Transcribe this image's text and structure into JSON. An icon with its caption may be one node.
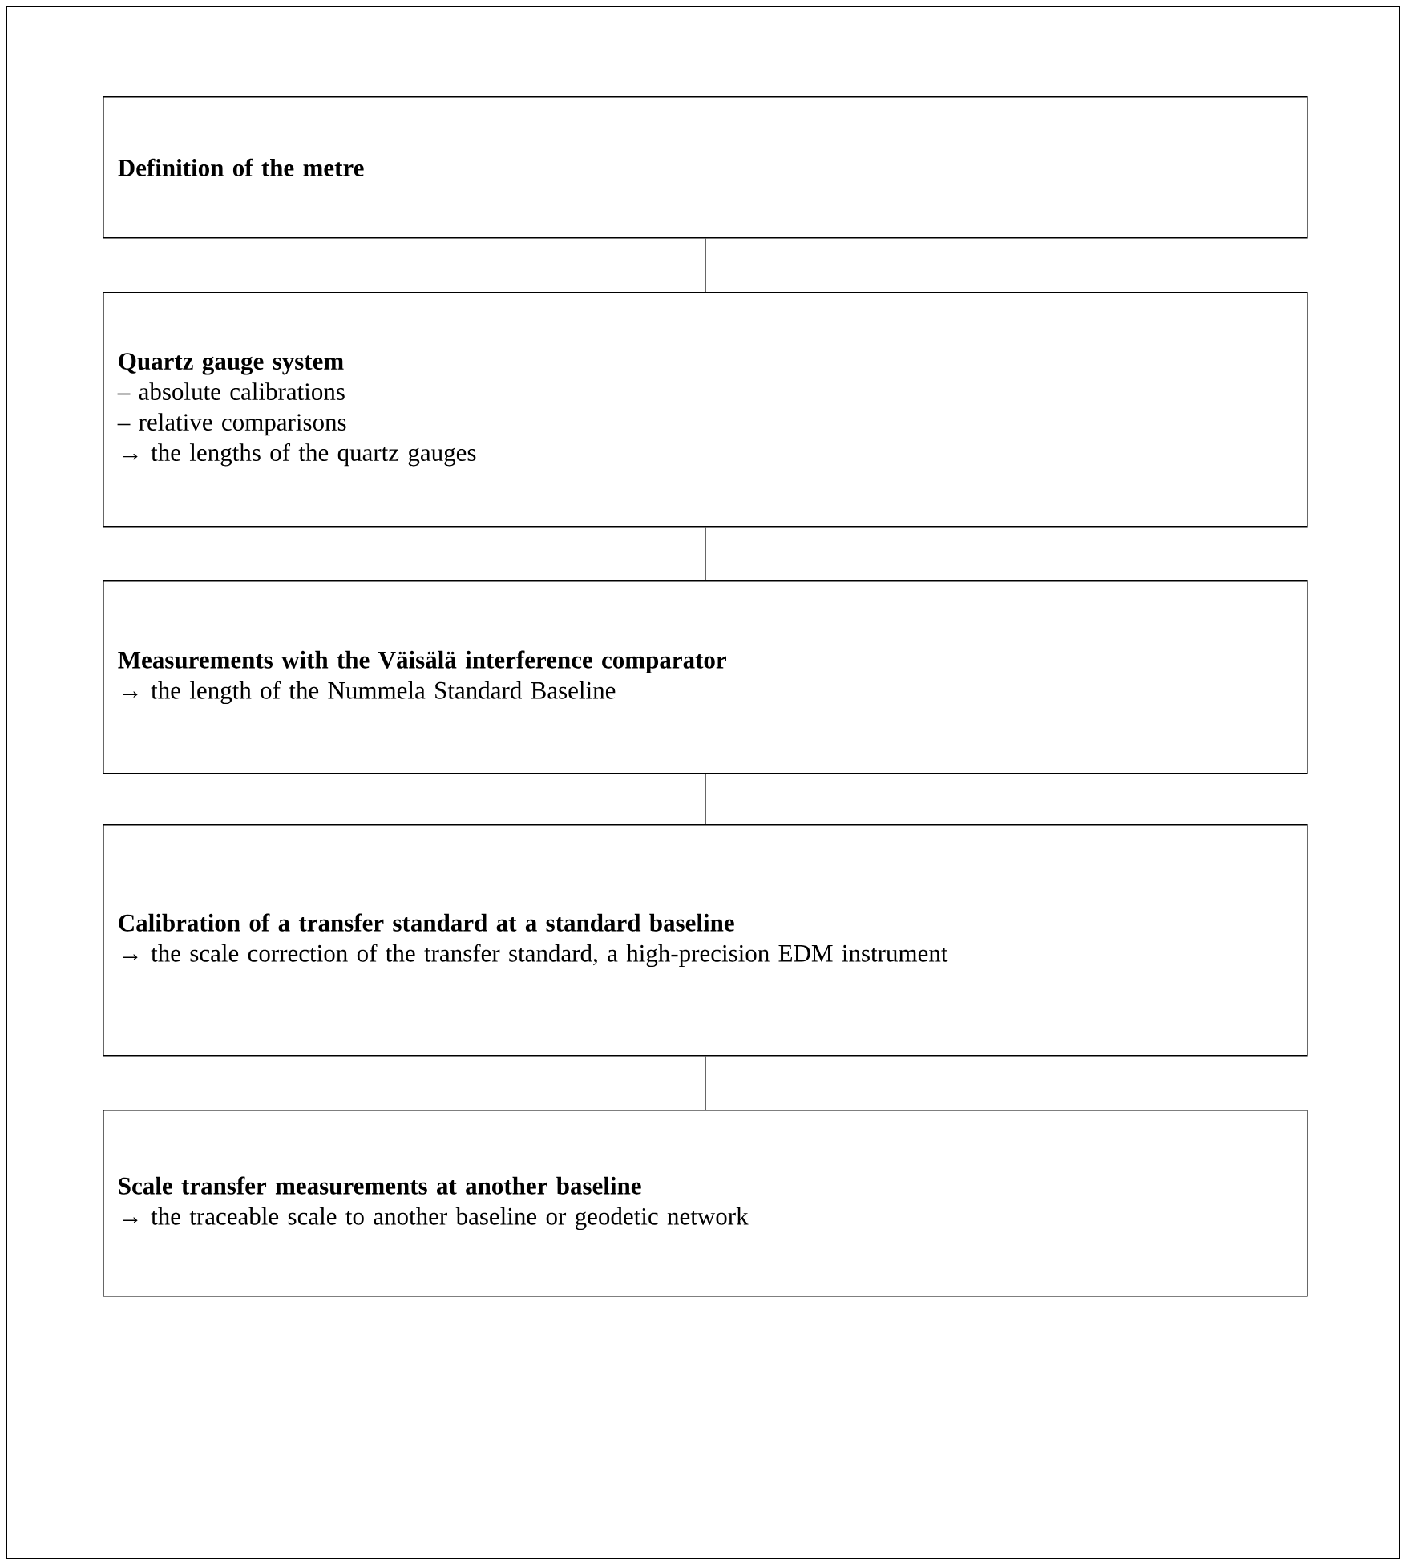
{
  "diagram": {
    "nodes": [
      {
        "text": [
          "Definition of the metre"
        ]
      },
      {
        "text": [
          "Quartz gauge system",
          "– absolute calibrations",
          "– relative comparisons",
          "→ the lengths of the quartz gauges"
        ]
      },
      {
        "text": [
          "Measurements with the Väisälä interference comparator",
          "→ the length of the Nummela Standard Baseline"
        ]
      },
      {
        "text": [
          "Calibration of a transfer standard at a standard baseline",
          "→ the scale correction of the transfer standard, a high-precision EDM instrument"
        ]
      },
      {
        "text": [
          "Scale transfer measurements at another baseline",
          "→ the traceable scale to another baseline or geodetic network"
        ]
      }
    ],
    "edges": [
      {
        "from": 0,
        "to": 1,
        "arrow": "none"
      },
      {
        "from": 1,
        "to": 2,
        "arrow": "none"
      },
      {
        "from": 2,
        "to": 3,
        "arrow": "none"
      },
      {
        "from": 3,
        "to": 4,
        "arrow": "none"
      }
    ]
  }
}
